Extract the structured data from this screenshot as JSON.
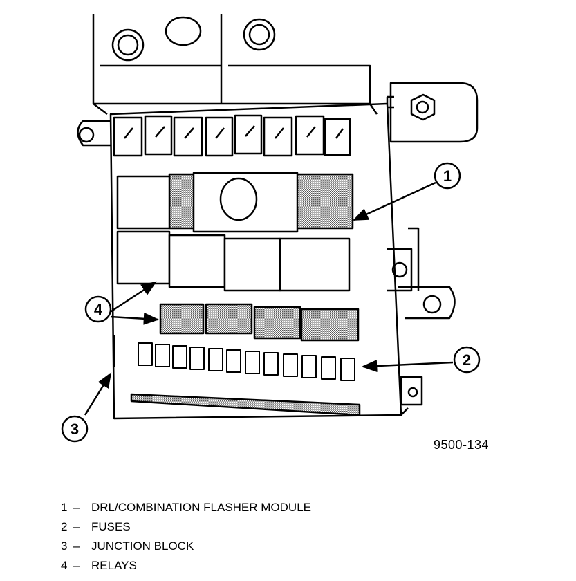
{
  "figure_id": "9500-134",
  "callouts": [
    {
      "number": "1",
      "label": "DRL/COMBINATION FLASHER MODULE"
    },
    {
      "number": "2",
      "label": "FUSES"
    },
    {
      "number": "3",
      "label": "JUNCTION BLOCK"
    },
    {
      "number": "4",
      "label": "RELAYS"
    }
  ],
  "separator": "–",
  "colors": {
    "line": "#000000",
    "shading": "#9a9a9a",
    "background": "#ffffff"
  }
}
